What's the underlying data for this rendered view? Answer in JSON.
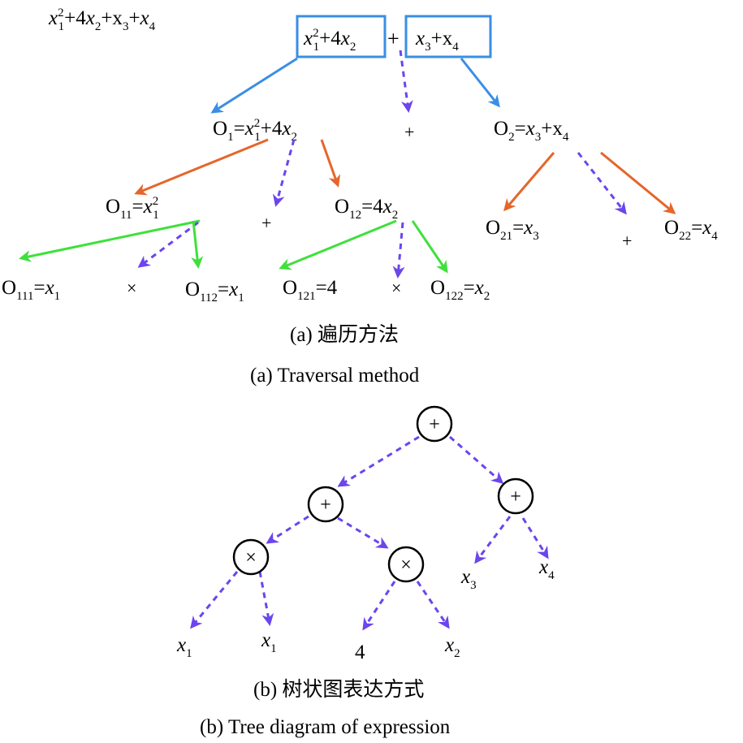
{
  "part_a": {
    "caption_cn": "(a) 遍历方法",
    "caption_en": "(a) Traversal method",
    "expression": {
      "x": "x",
      "sq": "2",
      "s1": "1",
      "plus4": "+4",
      "s2": "2",
      "plus_x": "+x",
      "s3": "3",
      "s4": "4"
    },
    "root_left_box": {
      "x": "x",
      "sq": "2",
      "s1": "1",
      "plus4": "+4",
      "s2": "2"
    },
    "root_op": "+",
    "root_right_box": {
      "x1": "x",
      "s3": "3",
      "plus": "+x",
      "s4": "4"
    },
    "root_op_node": "+",
    "o1": {
      "O": "O",
      "sub": "1",
      "eq": "=",
      "x": "x",
      "sq": "2",
      "s1": "1",
      "plus4": "+4",
      "s2": "2"
    },
    "o2": {
      "O": "O",
      "sub": "2",
      "eq": "=",
      "x1": "x",
      "s3": "3",
      "plus": "+x",
      "s4": "4"
    },
    "o11": {
      "O": "O",
      "sub": "11",
      "eq": "=",
      "x": "x",
      "sq": "2",
      "s1": "1"
    },
    "o1_op": "+",
    "o12": {
      "O": "O",
      "sub": "12",
      "eq": "=4",
      "x": "x",
      "s2": "2"
    },
    "o21": {
      "O": "O",
      "sub": "21",
      "eq": "=",
      "x": "x",
      "s3": "3"
    },
    "o2_op": "+",
    "o22": {
      "O": "O",
      "sub": "22",
      "eq": "=",
      "x": "x",
      "s4": "4"
    },
    "o111": {
      "O": "O",
      "sub": "111",
      "eq": "=",
      "x": "x",
      "s": "1"
    },
    "o11_op": "×",
    "o112": {
      "O": "O",
      "sub": "112",
      "eq": "=",
      "x": "x",
      "s": "1"
    },
    "o121": {
      "O": "O",
      "sub": "121",
      "eq": "=4"
    },
    "o12_op": "×",
    "o122": {
      "O": "O",
      "sub": "122",
      "eq": "=",
      "x": "x",
      "s": "2"
    }
  },
  "part_b": {
    "caption_cn": "(b) 树状图表达方式",
    "caption_en": "(b) Tree diagram of expression",
    "nodes": {
      "root": "+",
      "left": "+",
      "right": "+",
      "mul1": "×",
      "mul2": "×"
    },
    "leaves": {
      "x1a": {
        "x": "x",
        "s": "1"
      },
      "x1b": {
        "x": "x",
        "s": "1"
      },
      "four": "4",
      "x2": {
        "x": "x",
        "s": "2"
      },
      "x3": {
        "x": "x",
        "s": "3"
      },
      "x4": {
        "x": "x",
        "s": "4"
      }
    }
  },
  "colors": {
    "blue": "#3a8ee6",
    "orange": "#e5662a",
    "green": "#3fe03c",
    "purple": "#6b45ee"
  }
}
